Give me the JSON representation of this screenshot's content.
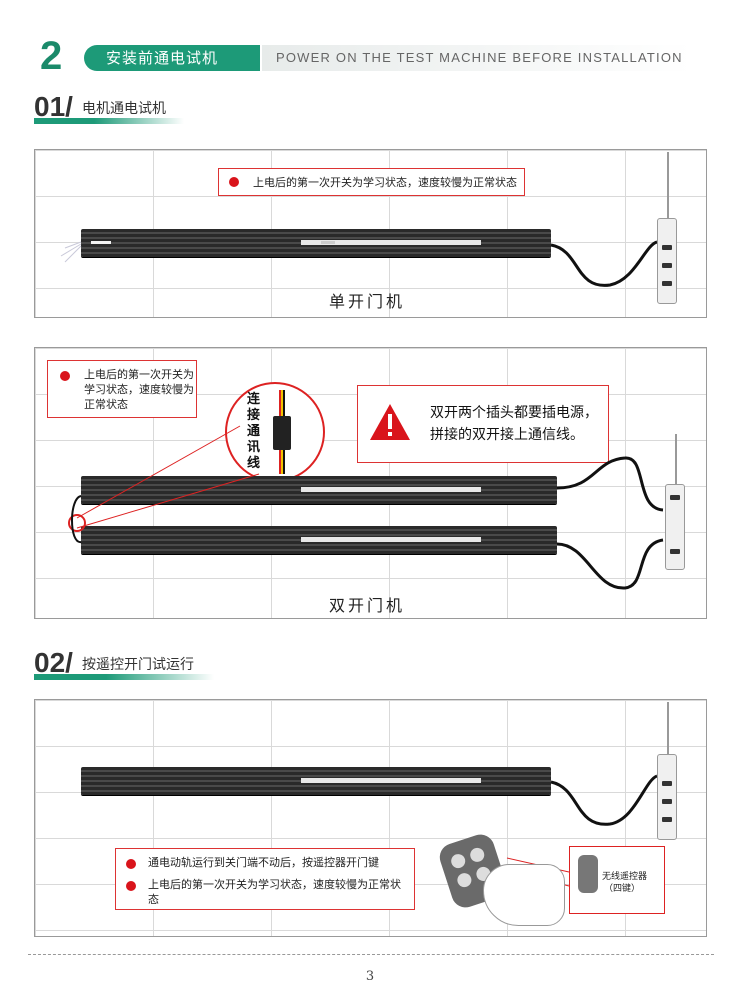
{
  "section": {
    "number": "2",
    "title_cn": "安装前通电试机",
    "title_en": "POWER ON THE TEST MACHINE BEFORE INSTALLATION"
  },
  "sub1": {
    "number": "01/",
    "title": "电机通电试机"
  },
  "panel_single": {
    "callout": "上电后的第一次开关为学习状态，速度较慢为正常状态",
    "caption": "单开门机"
  },
  "panel_double": {
    "callout_left": "上电后的第一次开关为学习状态，速度较慢为正常状态",
    "connector_label": "连接通讯线",
    "warning_line1": "双开两个插头都要插电源，",
    "warning_line2": "拼接的双开接上通信线。",
    "caption": "双开门机"
  },
  "sub2": {
    "number": "02/",
    "title": "按遥控开门试运行"
  },
  "panel_remote": {
    "bullet1": "通电动轨运行到关门端不动后，按遥控器开门键",
    "bullet2": "上电后的第一次开关为学习状态，速度较慢为正常状态",
    "remote_label": "无线遥控器",
    "remote_sub": "（四键）"
  },
  "page_number": "3",
  "colors": {
    "accent": "#1d9a78",
    "warning_red": "#d9141b"
  },
  "icons": [
    "warning-triangle-icon",
    "power-strip-icon",
    "remote-control-icon",
    "connector-icon"
  ]
}
